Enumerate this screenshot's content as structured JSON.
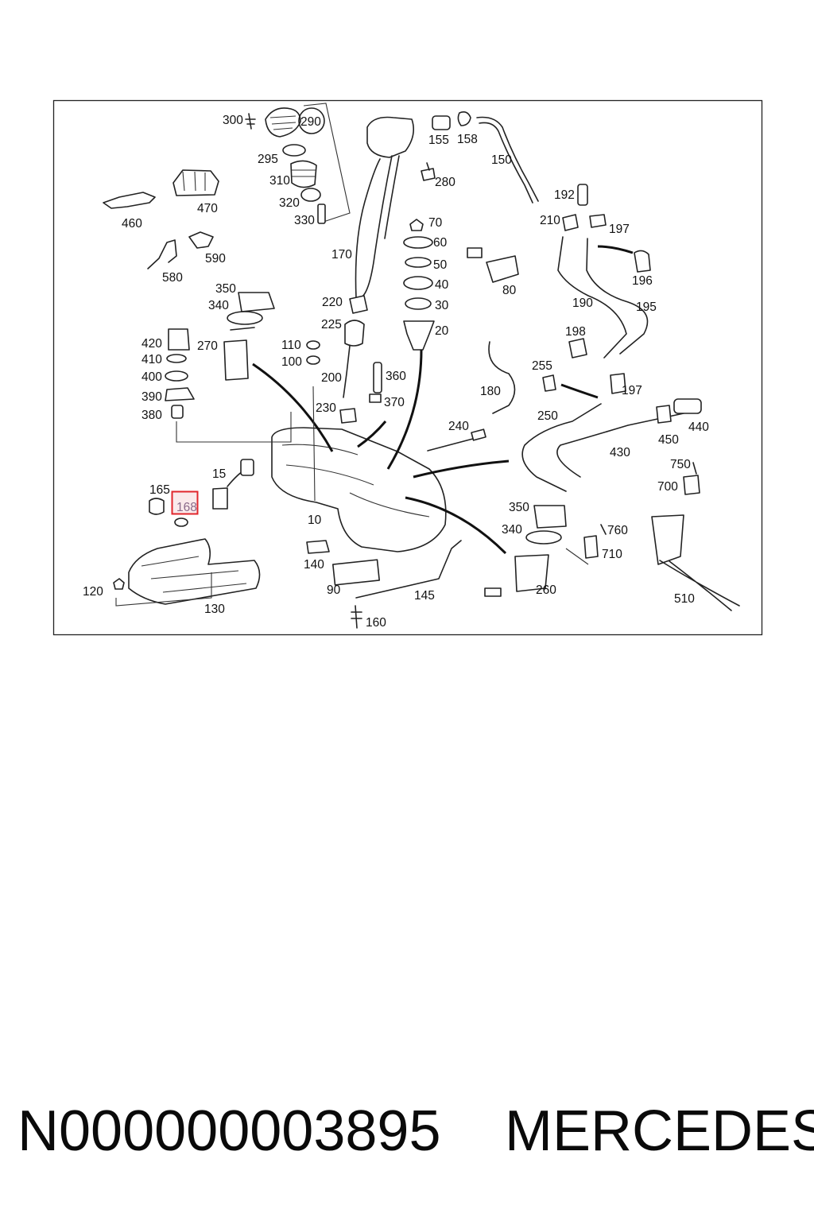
{
  "diagram": {
    "highlight": {
      "label": "168",
      "color": "#e0262c"
    },
    "callouts": [
      "300",
      "290",
      "295",
      "310",
      "320",
      "330",
      "155",
      "158",
      "150",
      "280",
      "460",
      "470",
      "580",
      "590",
      "170",
      "70",
      "60",
      "50",
      "40",
      "30",
      "20",
      "80",
      "192",
      "210",
      "197",
      "196",
      "190",
      "195",
      "198",
      "255",
      "197",
      "350",
      "340",
      "420",
      "410",
      "400",
      "390",
      "380",
      "270",
      "220",
      "225",
      "110",
      "100",
      "200",
      "360",
      "370",
      "230",
      "180",
      "250",
      "240",
      "440",
      "450",
      "430",
      "750",
      "700",
      "15",
      "165",
      "168",
      "10",
      "140",
      "350",
      "340",
      "760",
      "710",
      "120",
      "130",
      "90",
      "145",
      "160",
      "260",
      "510"
    ],
    "label_color": "#111111",
    "highlight_label_color": "#8a6a8a"
  },
  "footer": {
    "part_number": "N000000003895",
    "brand": "MERCEDES"
  }
}
